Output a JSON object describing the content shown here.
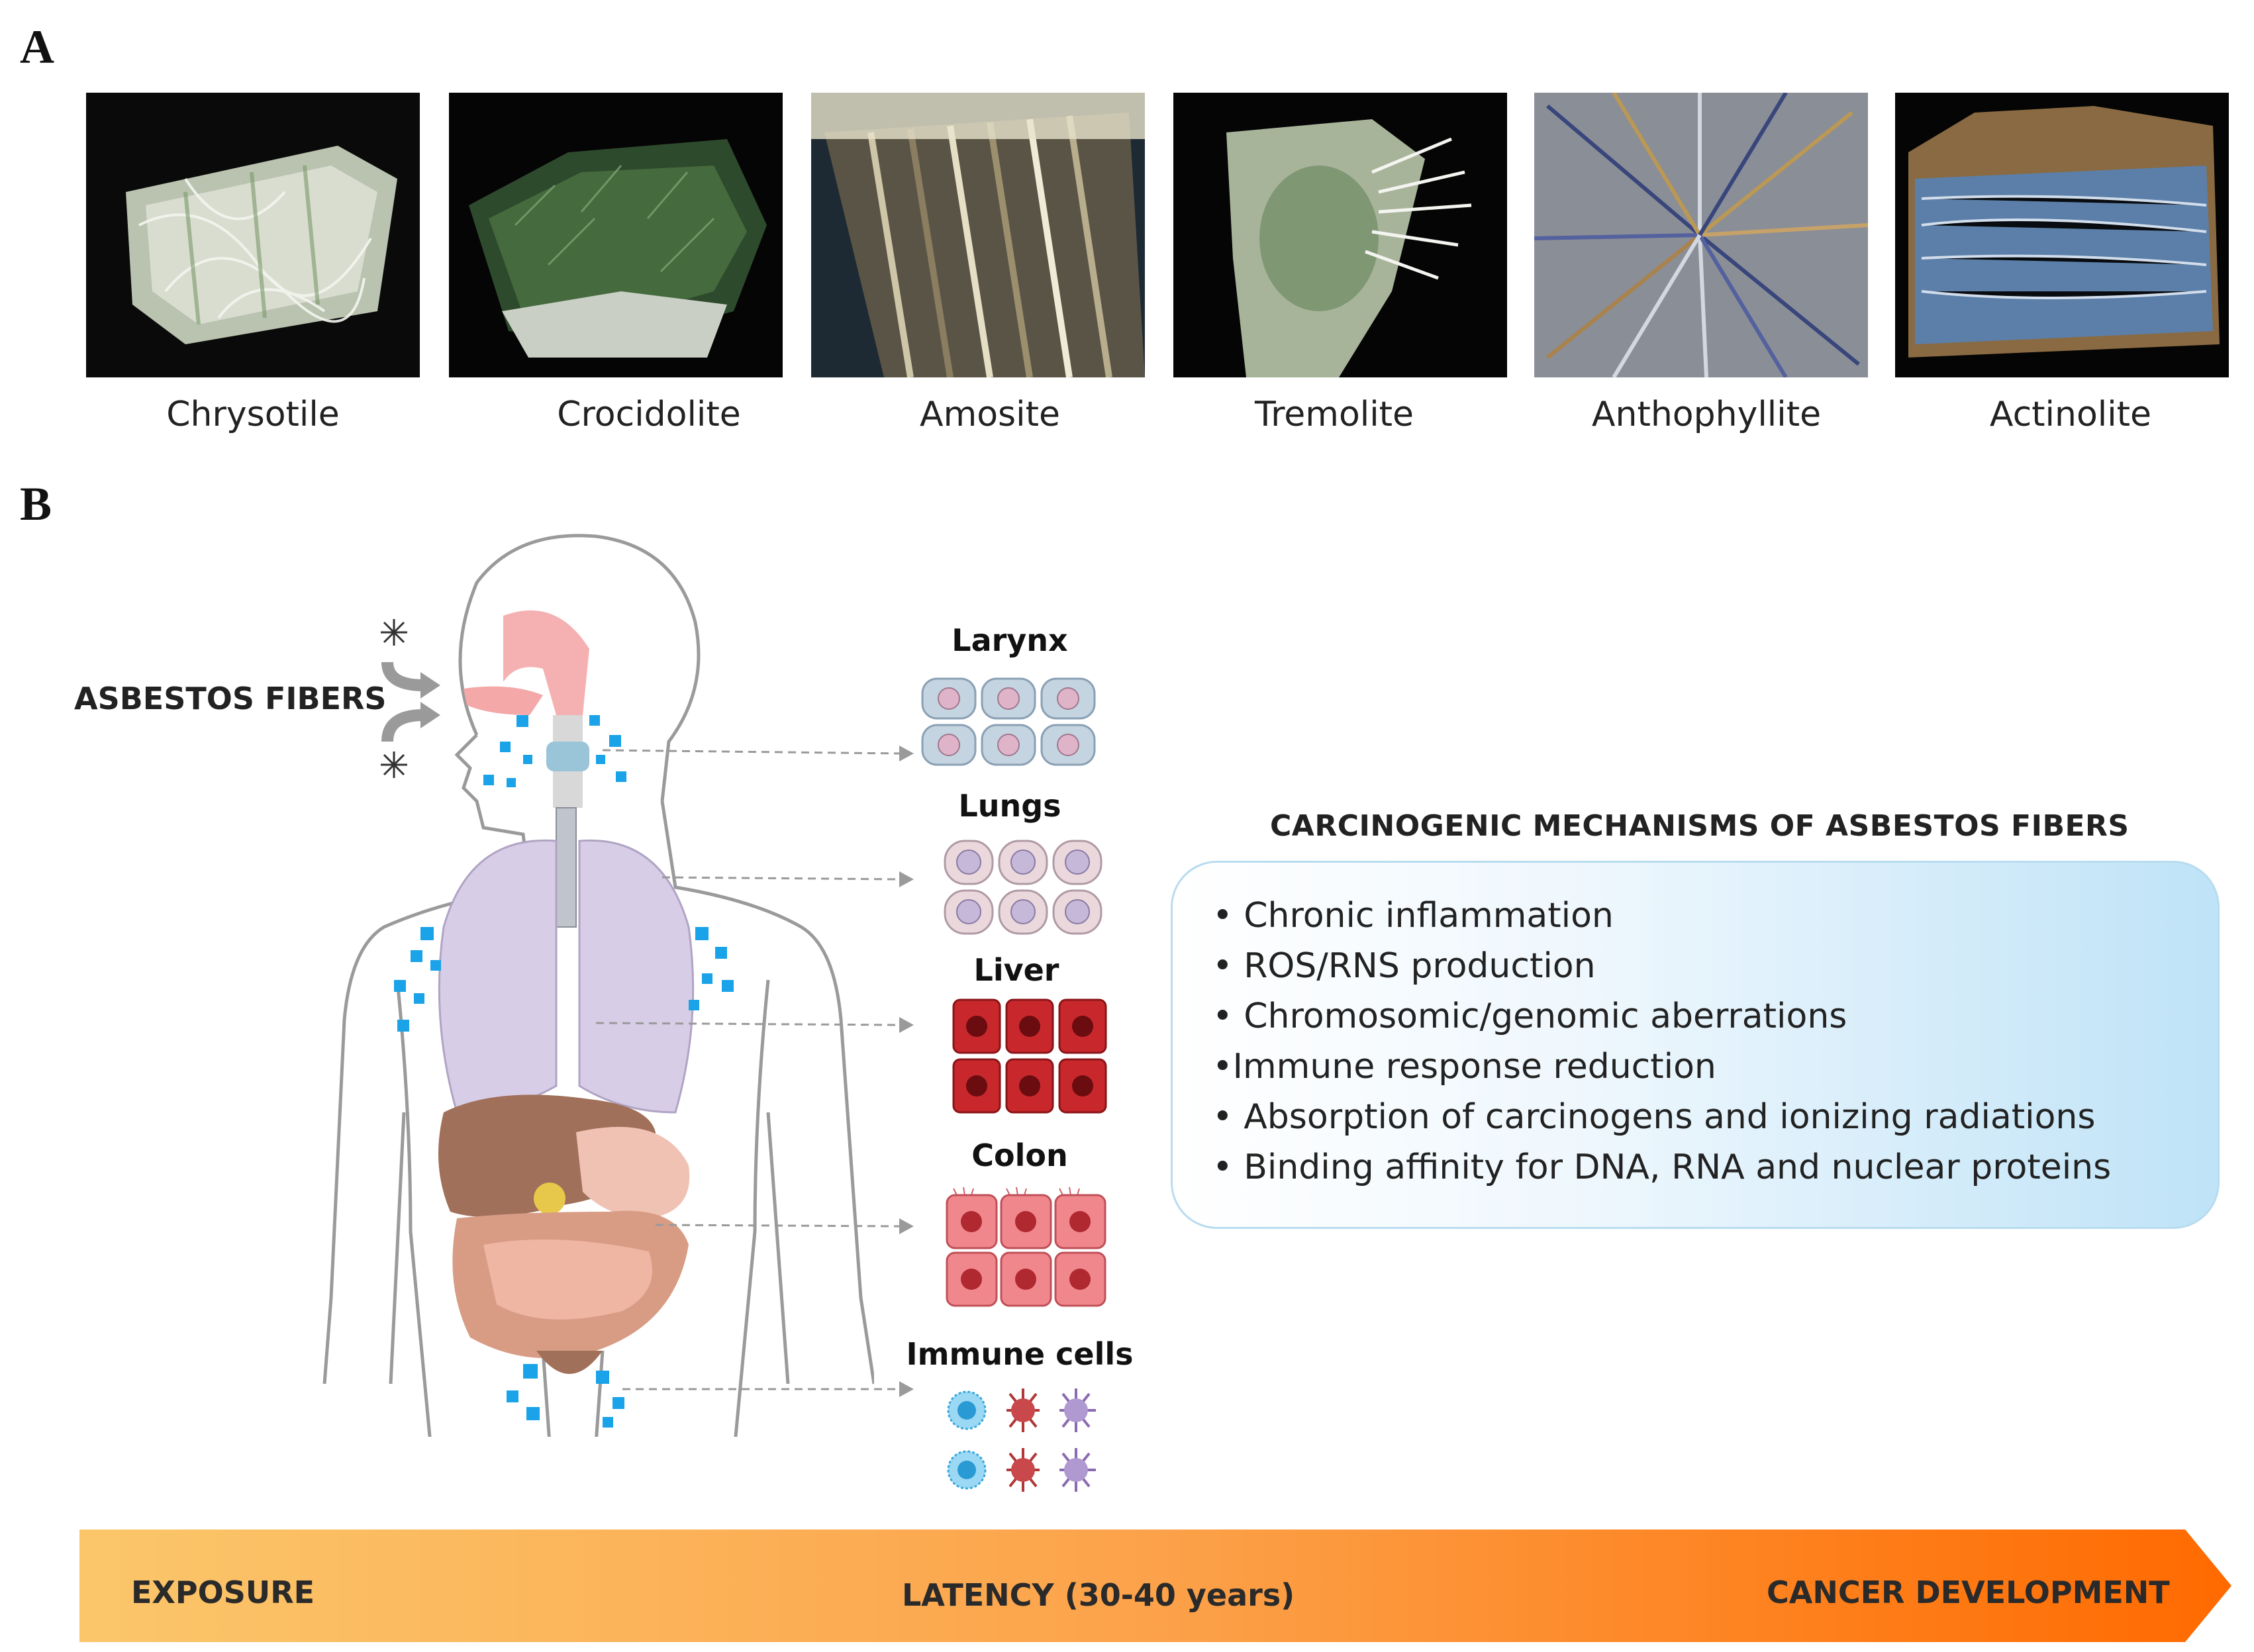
{
  "panels": {
    "a": "A",
    "b": "B"
  },
  "minerals": [
    {
      "name": "Chrysotile"
    },
    {
      "name": "Crocidolite"
    },
    {
      "name": "Amosite"
    },
    {
      "name": "Tremolite"
    },
    {
      "name": "Anthophyllite"
    },
    {
      "name": "Actinolite"
    }
  ],
  "fibers_label": "ASBESTOS FIBERS",
  "organs": [
    {
      "name": "Larynx"
    },
    {
      "name": "Lungs"
    },
    {
      "name": "Liver"
    },
    {
      "name": "Colon"
    },
    {
      "name": "Immune cells"
    }
  ],
  "mechanisms": {
    "title": "CARCINOGENIC MECHANISMS OF ASBESTOS FIBERS",
    "items": [
      "• Chronic inflammation",
      "• ROS/RNS production",
      "• Chromosomic/genomic aberrations",
      "•Immune response reduction",
      "• Absorption of carcinogens and ionizing radiations",
      "• Binding affinity for DNA, RNA and nuclear proteins"
    ]
  },
  "timeline": {
    "start": "EXPOSURE",
    "middle": "LATENCY (30-40 years)",
    "end": "CANCER DEVELOPMENT"
  },
  "colors": {
    "fiber_blue": "#1aa3e8",
    "timeline_start": "#fbc66a",
    "timeline_end": "#ff6a00",
    "box_blue": "#bfe3f7"
  }
}
